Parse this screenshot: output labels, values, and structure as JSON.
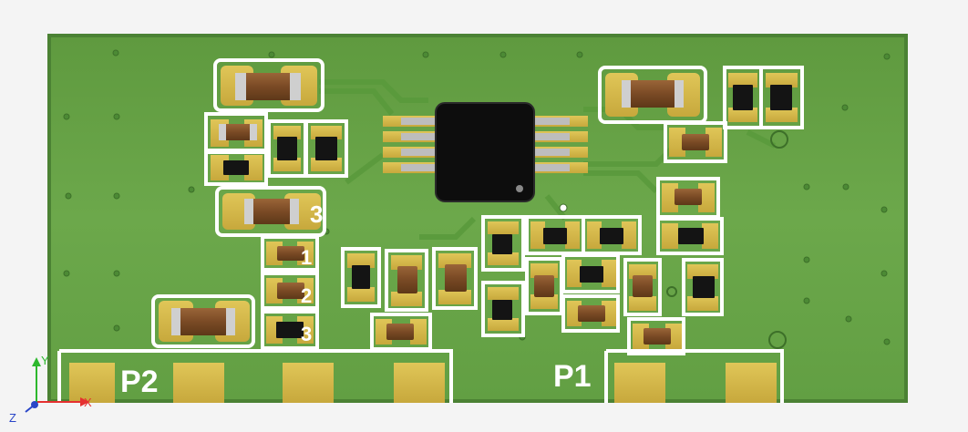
{
  "connectors": {
    "p1_label": "P1",
    "p2_label": "P2"
  },
  "axes": {
    "x_label": "X",
    "y_label": "Y",
    "z_label": "Z"
  },
  "colors": {
    "board": "#6aa84a",
    "board_edge": "#4f8a38",
    "pad": "#d4b84a",
    "silkscreen": "#ffffff",
    "ic_body": "#111111",
    "resistor_body": "#1a1a1a",
    "capacitor_body": "#8a5a30"
  }
}
